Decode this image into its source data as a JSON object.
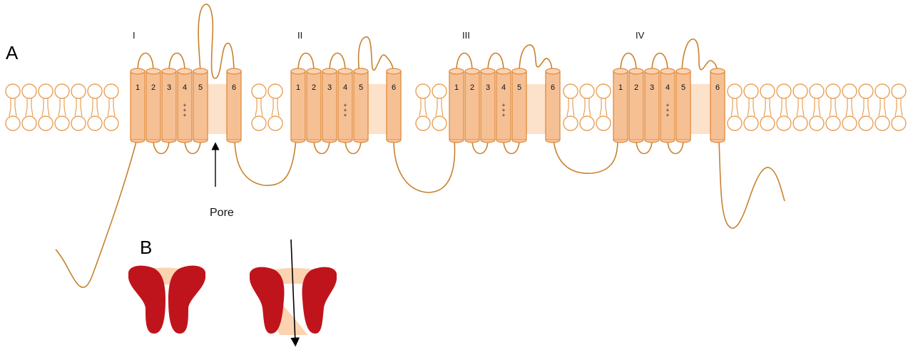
{
  "panel_a_label": "A",
  "panel_b_label": "B",
  "domains": [
    {
      "label": "I",
      "segments": [
        "1",
        "2",
        "3",
        "4",
        "5",
        "6"
      ],
      "voltage_sensor_charge": "+\n+\n+"
    },
    {
      "label": "II",
      "segments": [
        "1",
        "2",
        "3",
        "4",
        "5",
        "6"
      ],
      "voltage_sensor_charge": "+\n+\n+"
    },
    {
      "label": "III",
      "segments": [
        "1",
        "2",
        "3",
        "4",
        "5",
        "6"
      ],
      "voltage_sensor_charge": "+\n+\n+"
    },
    {
      "label": "IV",
      "segments": [
        "1",
        "2",
        "3",
        "4",
        "5",
        "6"
      ],
      "voltage_sensor_charge": "+\n+\n+"
    }
  ],
  "pore_label": "Pore",
  "colors": {
    "helix": "#f6c095",
    "membrane": "#e9a055",
    "loop": "#c8822f",
    "channel_subunit": "#c0141c",
    "channel_lumen": "#fbd3b0"
  },
  "panel_b": {
    "closed_channel": "no arrow",
    "open_channel": "arrow through pore"
  }
}
